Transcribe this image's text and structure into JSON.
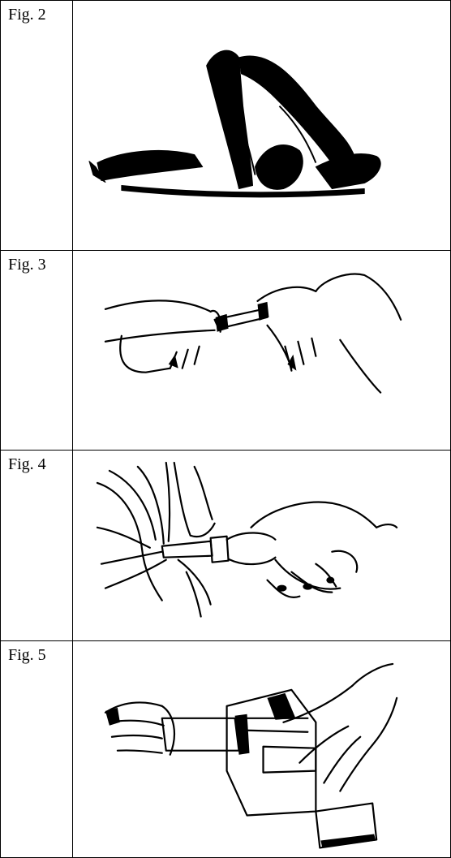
{
  "figures": [
    {
      "label": "Fig. 2",
      "illustration_icon": "kneeling-head-down-position-icon"
    },
    {
      "label": "Fig. 3",
      "illustration_icon": "hands-opening-tube-icon"
    },
    {
      "label": "Fig. 4",
      "illustration_icon": "applying-tube-to-rectum-icon"
    },
    {
      "label": "Fig. 5",
      "illustration_icon": "hand-squeezing-tube-into-box-icon"
    }
  ]
}
